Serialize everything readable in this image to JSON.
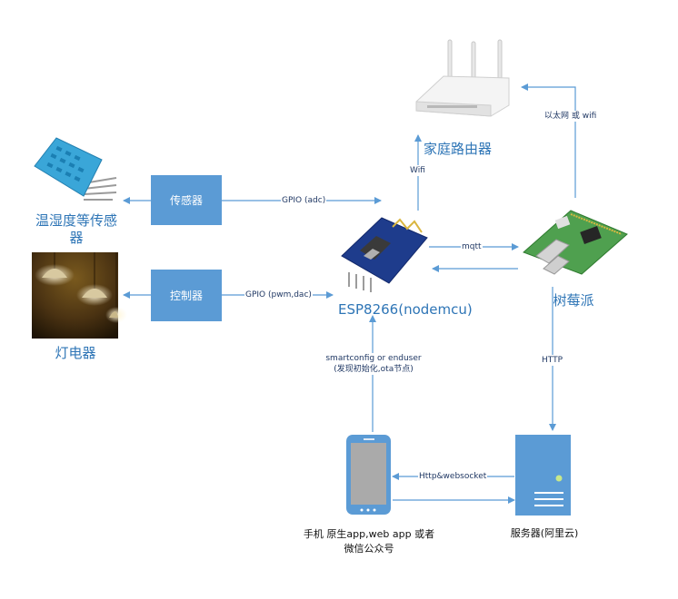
{
  "nodes": {
    "sensor_box": "传感器",
    "controller_box": "控制器",
    "sensor_caption": "温湿度等传感器",
    "light_caption": "灯电器",
    "router_caption": "家庭路由器",
    "esp_caption": "ESP8266(nodemcu)",
    "pi_caption": "树莓派",
    "phone_caption": "手机 原生app,web app 或者微信公众号",
    "server_caption": "服务器(阿里云)"
  },
  "edges": {
    "gpio_adc": "GPIO (adc)",
    "gpio_pwm": "GPIO (pwm,dac)",
    "wifi": "Wifi",
    "mqtt": "mqtt",
    "ethernet_wifi": "以太网 或 wifi",
    "http": "HTTP",
    "smartconfig": "smartconfig or enduser (发现初始化,ota节点)",
    "http_ws": "Http&websocket"
  },
  "colors": {
    "accent": "#5b9bd5",
    "line": "#5b9bd5",
    "caption": "#2e75b6"
  }
}
